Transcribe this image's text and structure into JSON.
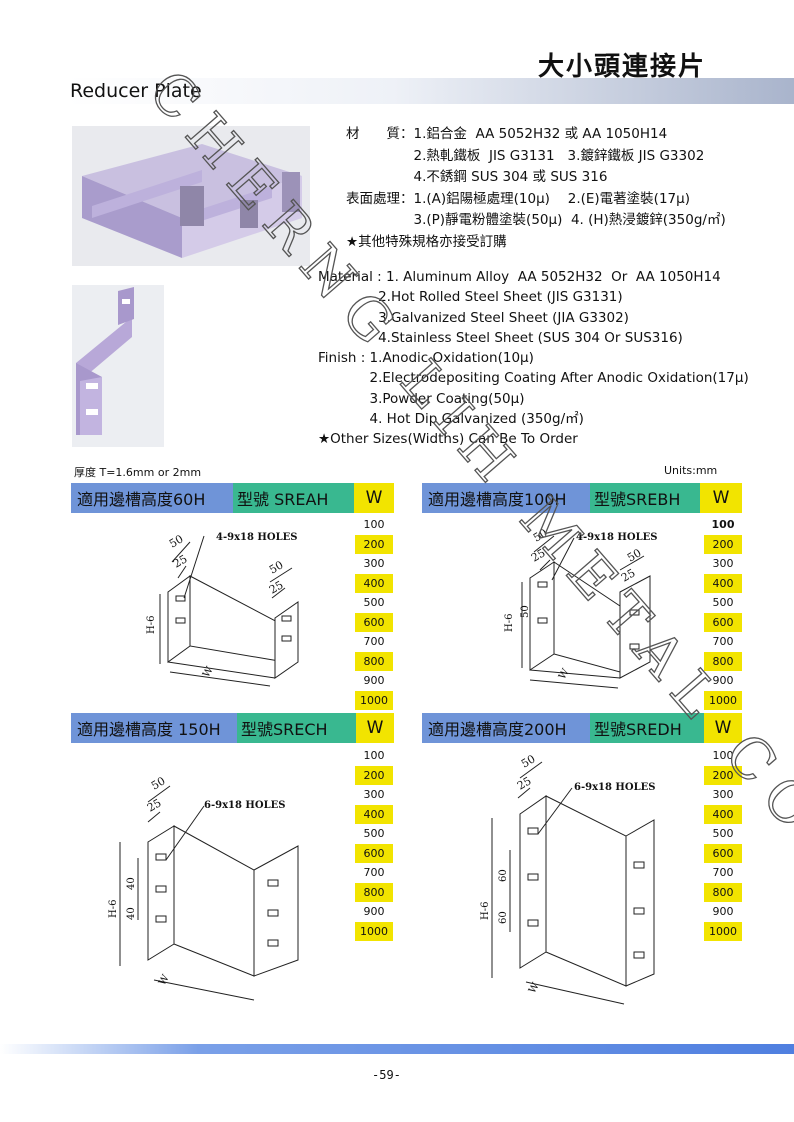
{
  "title_cn": "大小頭連接片",
  "title_en": "Reducer Plate",
  "watermark": "CHERNG LIH METAL CO., LTD.",
  "spec_cn": [
    "材　　質：1.鋁合金  AA 5052H32 或 AA 1050H14",
    "　　　　　2.熱軋鐵板  JIS G3131   3.鍍鋅鐵板 JIS G3302",
    "　　　　　4.不銹鋼 SUS 304 或 SUS 316",
    "表面處理：1.(A)鋁陽極處理(10μ)　 2.(E)電著塗裝(17μ)",
    "　　　　　3.(P)靜電粉體塗裝(50μ)  4. (H)熱浸鍍鋅(350g/㎡)",
    "★其他特殊規格亦接受訂購"
  ],
  "spec_en": [
    "Material : 1. Aluminum Alloy  AA 5052H32  Or  AA 1050H14",
    "              2.Hot Rolled Steel Sheet (JIS G3131)",
    "              3.Galvanized Steel Sheet (JIA G3302)",
    "              4.Stainless Steel Sheet (SUS 304 Or SUS316)",
    "Finish : 1.Anodic Oxidation(10μ)",
    "            2.Electrodepositing Coating After Anodic Oxidation(17μ)",
    "            3.Powder Coating(50μ)",
    "            4. Hot Dip Galvanized (350g/㎡)",
    "★Other Sizes(Widths) Can Be To Order"
  ],
  "thickness": "厚度 T=1.6mm or 2mm",
  "units": "Units:mm",
  "models": [
    {
      "fit": "適用邊槽高度60H",
      "model": "型號 SREAH",
      "w": "W",
      "holes": "4-9x18 HOLES"
    },
    {
      "fit": "適用邊槽高度100H",
      "model": "型號SREBH",
      "w": "W",
      "holes": "4-9x18 HOLES"
    },
    {
      "fit": "適用邊槽高度 150H",
      "model": "型號SRECH",
      "w": "W",
      "holes": "6-9x18 HOLES"
    },
    {
      "fit": "適用邊槽高度200H",
      "model": "型號SREDH",
      "w": "W",
      "holes": "6-9x18 HOLES"
    }
  ],
  "widths": [
    "100",
    "200",
    "300",
    "400",
    "500",
    "600",
    "700",
    "800",
    "900",
    "1000"
  ],
  "dims": {
    "d50": "50",
    "d25": "25",
    "d40": "40",
    "d60": "60",
    "h6": "H-6",
    "w": "W"
  },
  "page_number": "-59-",
  "colors": {
    "bar_blue": "#6f94d8",
    "bar_green": "#39b890",
    "bar_yellow": "#f2e400",
    "part": "#b8a8d8"
  }
}
